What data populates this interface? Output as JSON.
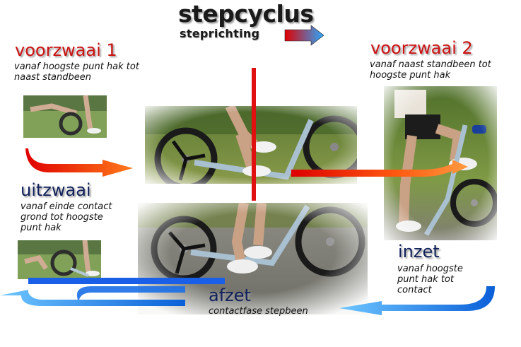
{
  "title": "stepcyclus",
  "subtitle": "steprichting",
  "colors": {
    "red_phase": "#cc1111",
    "blue_phase": "#10205a",
    "red_arrow": "#ee2200",
    "blue_arrow": "#1177ee",
    "divider": "#e01010"
  },
  "phases": {
    "voorzwaai1": {
      "title": "voorzwaai 1",
      "desc": [
        "vanaf hoogste punt hak tot",
        "naast standbeen"
      ]
    },
    "voorzwaai2": {
      "title": "voorzwaai 2",
      "desc": [
        "vanaf naast standbeen tot",
        "hoogste punt hak"
      ]
    },
    "uitzwaai": {
      "title": "uitzwaai",
      "desc": [
        "vanaf einde contact",
        "grond tot hoogste",
        "punt hak"
      ]
    },
    "inzet": {
      "title": "inzet",
      "desc": [
        "vanaf hoogste",
        "punt hak tot",
        "contact"
      ]
    },
    "afzet": {
      "title": "afzet",
      "desc": [
        "contactfase stepbeen"
      ]
    }
  },
  "icons": [
    "direction-arrow-icon",
    "red-curved-arrow-icon",
    "blue-curved-arrow-icon"
  ]
}
